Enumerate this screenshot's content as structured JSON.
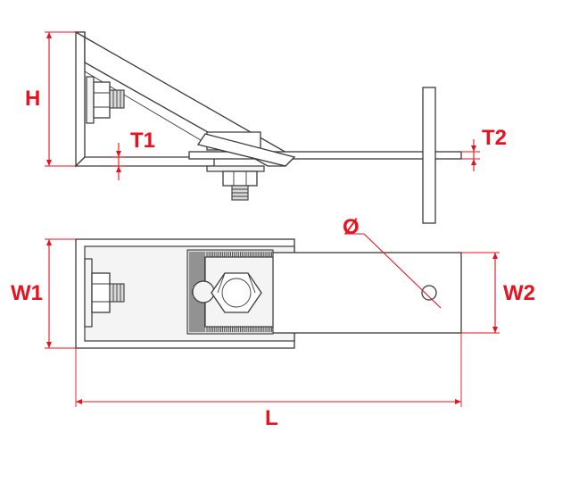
{
  "colors": {
    "dimension": "#e8121e",
    "outline": "#3a3a3a",
    "background": "#ffffff"
  },
  "labels": {
    "height": "H",
    "thickness_1": "T1",
    "thickness_2": "T2",
    "hole_diameter": "Ø",
    "width_1": "W1",
    "width_2": "W2",
    "length": "L"
  }
}
